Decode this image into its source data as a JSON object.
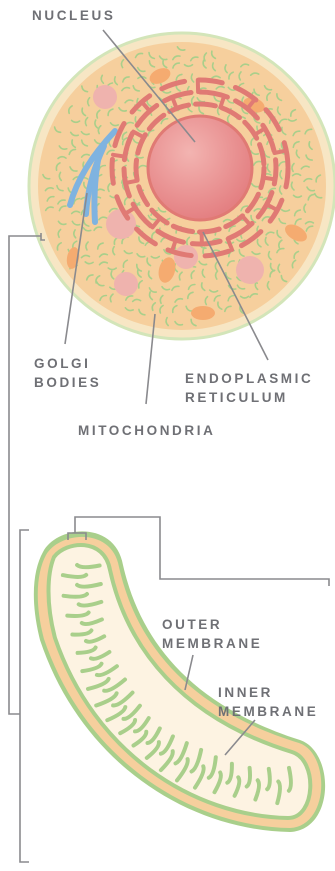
{
  "labels": {
    "nucleus": "NUCLEUS",
    "golgi_line1": "GOLGI",
    "golgi_line2": "BODIES",
    "er_line1": "ENDOPLASMIC",
    "er_line2": "RETICULUM",
    "mitochondria": "MITOCHONDRIA",
    "outer_line1": "OUTER",
    "outer_line2": "MEMBRANE",
    "inner_line1": "INNER",
    "inner_line2": "MEMBRANE"
  },
  "colors": {
    "label_text": "#6f7075",
    "leader_line": "#8a8a8e",
    "cell_outer_ring": "#f7e6c4",
    "cell_outer_edge": "#cfe3b4",
    "cytoplasm": "#f7cf9c",
    "nucleus_fill": "#e7888a",
    "nucleus_highlight": "#f2b5b3",
    "er": "#e07a74",
    "golgi": "#7fb3e0",
    "mito_small": "#f5ab70",
    "vesicle": "#efb3ae",
    "squiggle": "#a9cf8b",
    "mito_outer": "#a9cf8b",
    "mito_intermembrane": "#f7cf9c",
    "mito_matrix": "#fdf3e2",
    "cristae": "#a9cf8b"
  }
}
